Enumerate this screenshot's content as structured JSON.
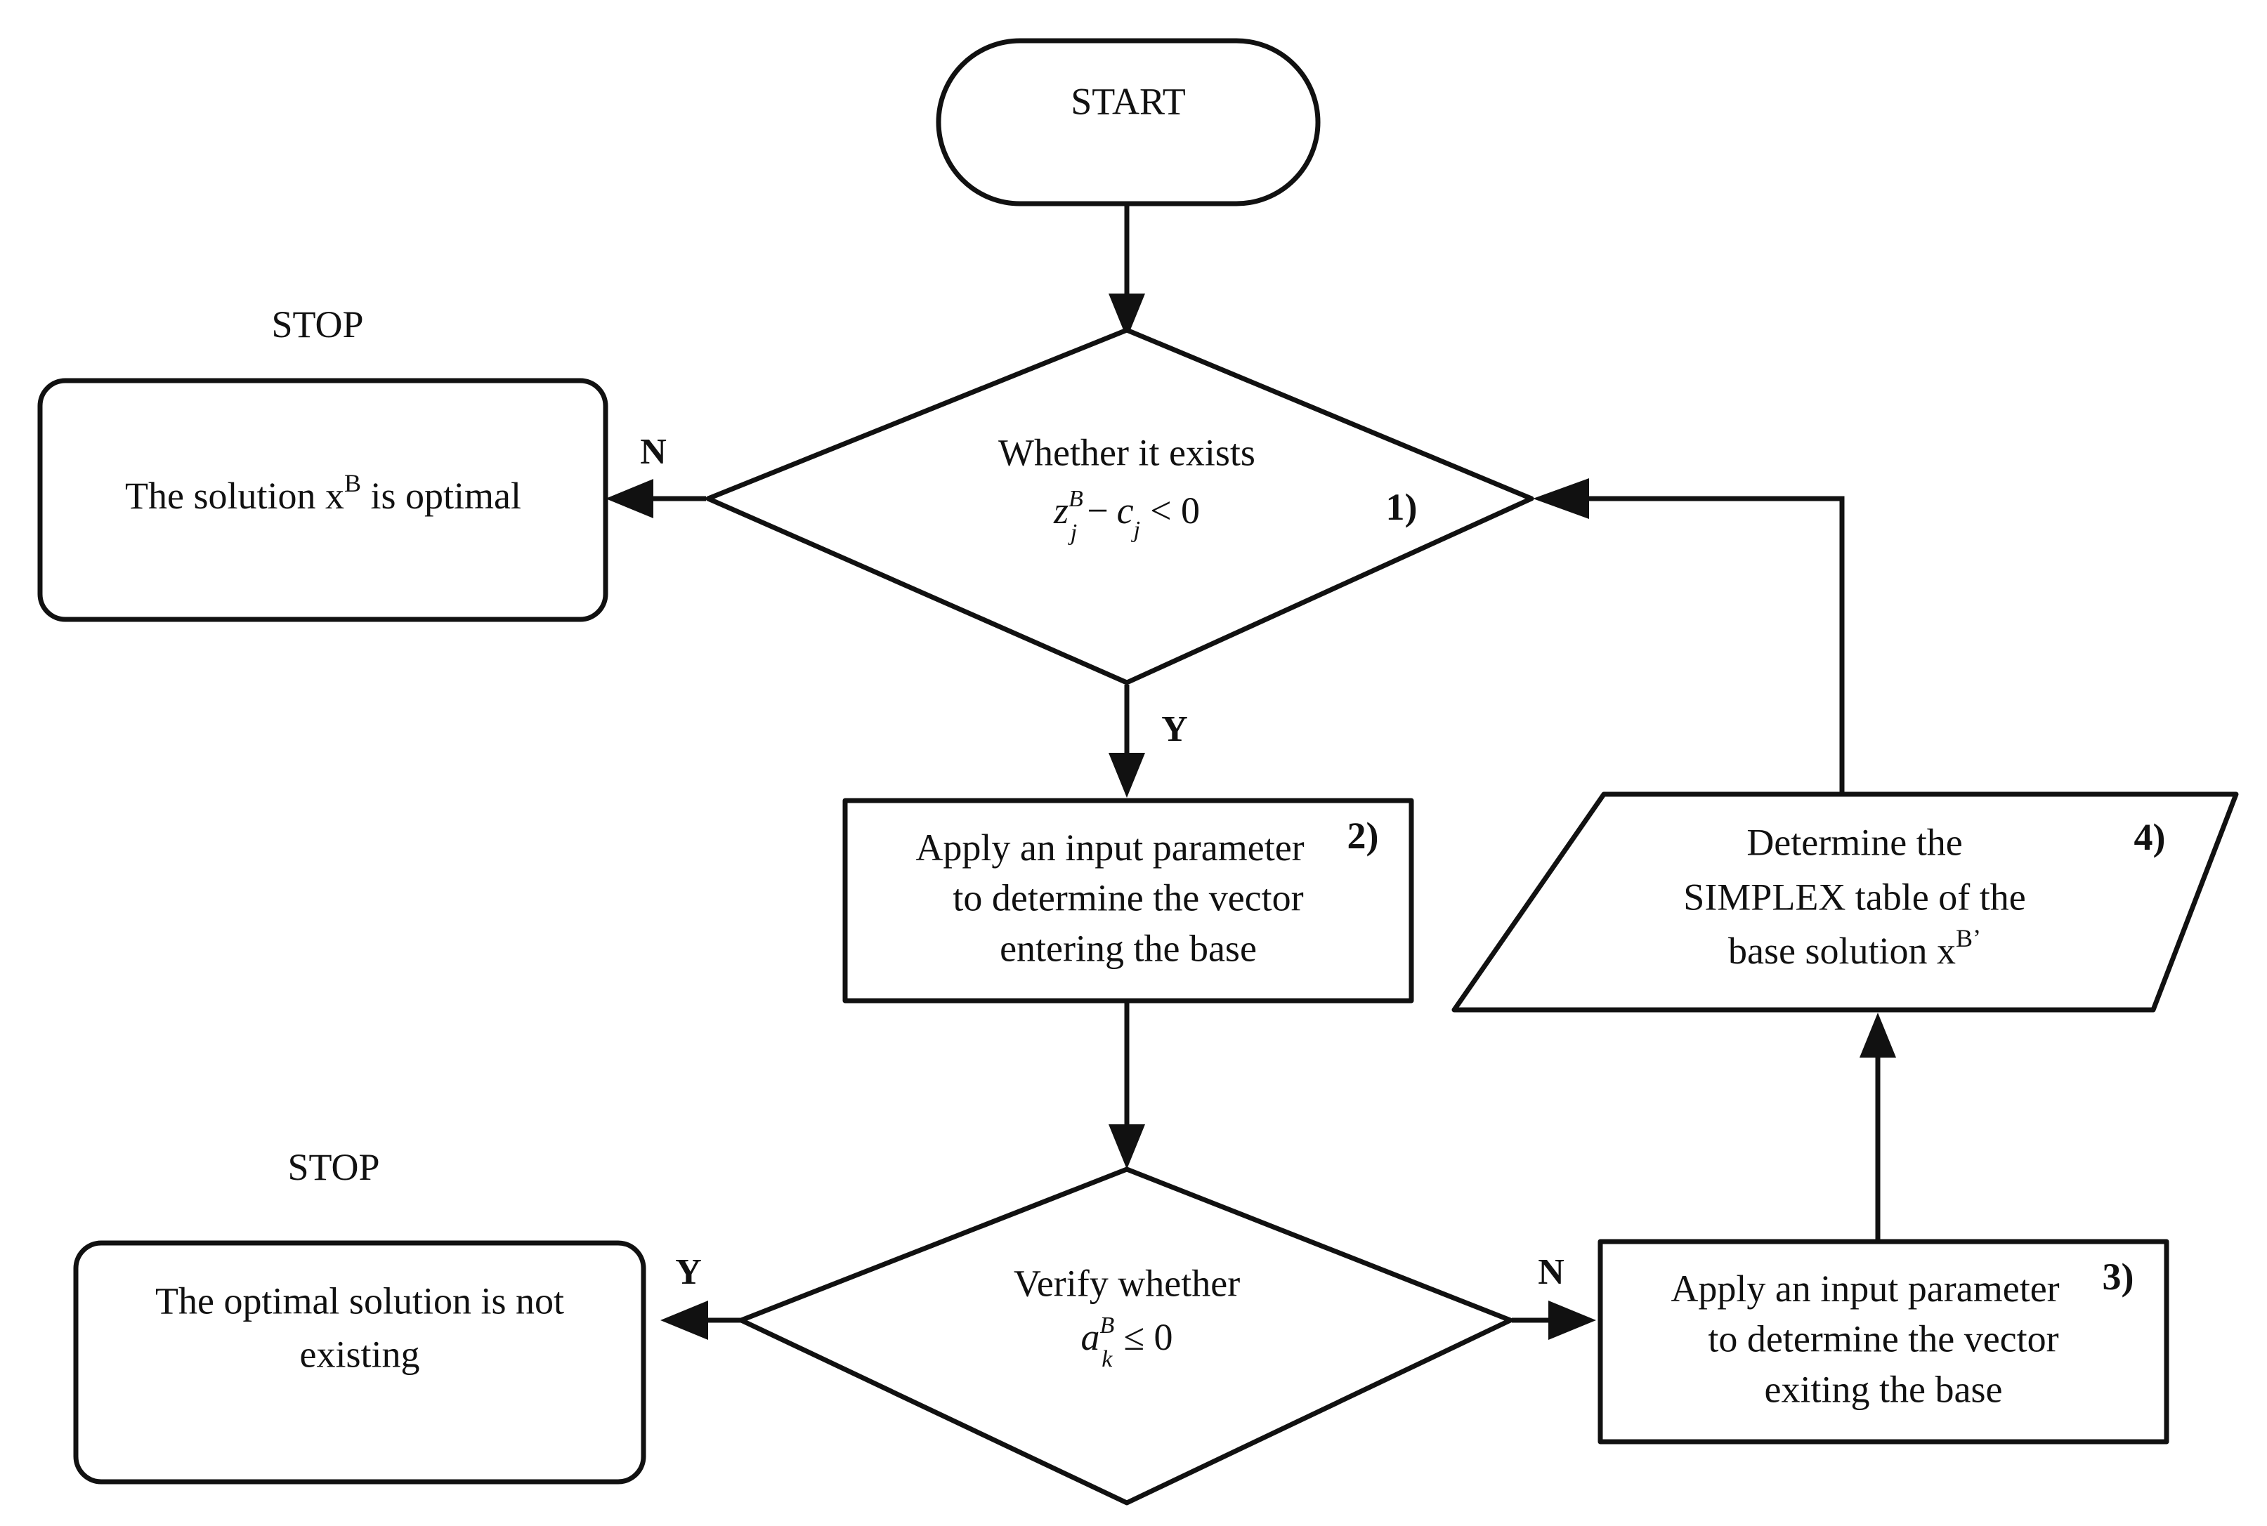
{
  "diagram": {
    "title": "SIMPLEX algorithm flowchart",
    "background_color": "#ffffff",
    "line_color": "#111111",
    "text_color": "#111111"
  },
  "nodes": {
    "start": {
      "label": "START",
      "shape": "stadium"
    },
    "decision_optimality": {
      "shape": "diamond",
      "line1": "Whether it exists",
      "formula": {
        "var1": "z",
        "var1_sup": "B",
        "var1_sub": "j",
        "operator": "−",
        "var2": "c",
        "var2_sub": "j",
        "comparison": "< 0"
      },
      "step_number": "1)"
    },
    "stop_optimal": {
      "shape": "rounded-rect",
      "outside_label": "STOP",
      "text_prefix": "The solution x",
      "text_sup": "B",
      "text_suffix": " is optimal"
    },
    "process_entering": {
      "shape": "rect",
      "line1": "Apply an input parameter",
      "line2": "to determine the vector",
      "line3": "entering the base",
      "step_number": "2)"
    },
    "decision_unbounded": {
      "shape": "diamond",
      "line1": "Verify whether",
      "formula": {
        "var1": "a",
        "var1_sup": "B",
        "var1_sub": "k",
        "comparison": "≤ 0"
      }
    },
    "stop_no_solution": {
      "shape": "rounded-rect",
      "outside_label": "STOP",
      "line1": "The optimal solution is not",
      "line2": "existing"
    },
    "process_exiting": {
      "shape": "rect",
      "line1": "Apply an input parameter",
      "line2": "to determine the vector",
      "line3": "exiting the base",
      "step_number": "3)"
    },
    "data_simplex_table": {
      "shape": "parallelogram",
      "line1": "Determine the",
      "line2": "SIMPLEX table of the",
      "line3_prefix": "base solution x",
      "line3_sup": "B’",
      "step_number": "4)"
    }
  },
  "edges": {
    "start_to_decision1": {
      "label": ""
    },
    "decision1_no": {
      "label": "N"
    },
    "decision1_yes": {
      "label": "Y"
    },
    "process2_to_decision2": {
      "label": ""
    },
    "decision2_yes": {
      "label": "Y"
    },
    "decision2_no": {
      "label": "N"
    },
    "process3_to_data4": {
      "label": ""
    },
    "data4_to_decision1": {
      "label": ""
    }
  },
  "chart_data": {
    "type": "diagram",
    "title": "SIMPLEX algorithm flowchart",
    "nodes": [
      {
        "id": "start",
        "type": "terminator",
        "text": "START"
      },
      {
        "id": "decision_optimality",
        "type": "decision",
        "text": "Whether it exists z_j^B - c_j < 0",
        "step": "1)"
      },
      {
        "id": "stop_optimal",
        "type": "terminator",
        "text": "The solution x^B is optimal",
        "outside_label": "STOP"
      },
      {
        "id": "process_entering",
        "type": "process",
        "text": "Apply an input parameter to determine the vector entering the base",
        "step": "2)"
      },
      {
        "id": "decision_unbounded",
        "type": "decision",
        "text": "Verify whether a_k^B <= 0"
      },
      {
        "id": "stop_no_solution",
        "type": "terminator",
        "text": "The optimal solution is not existing",
        "outside_label": "STOP"
      },
      {
        "id": "process_exiting",
        "type": "process",
        "text": "Apply an input parameter to determine the vector exiting the base",
        "step": "3)"
      },
      {
        "id": "data_simplex_table",
        "type": "data",
        "text": "Determine the SIMPLEX table of the base solution x^B'",
        "step": "4)"
      }
    ],
    "edges": [
      {
        "from": "start",
        "to": "decision_optimality",
        "label": ""
      },
      {
        "from": "decision_optimality",
        "to": "stop_optimal",
        "label": "N"
      },
      {
        "from": "decision_optimality",
        "to": "process_entering",
        "label": "Y"
      },
      {
        "from": "process_entering",
        "to": "decision_unbounded",
        "label": ""
      },
      {
        "from": "decision_unbounded",
        "to": "stop_no_solution",
        "label": "Y"
      },
      {
        "from": "decision_unbounded",
        "to": "process_exiting",
        "label": "N"
      },
      {
        "from": "process_exiting",
        "to": "data_simplex_table",
        "label": ""
      },
      {
        "from": "data_simplex_table",
        "to": "decision_optimality",
        "label": ""
      }
    ]
  }
}
